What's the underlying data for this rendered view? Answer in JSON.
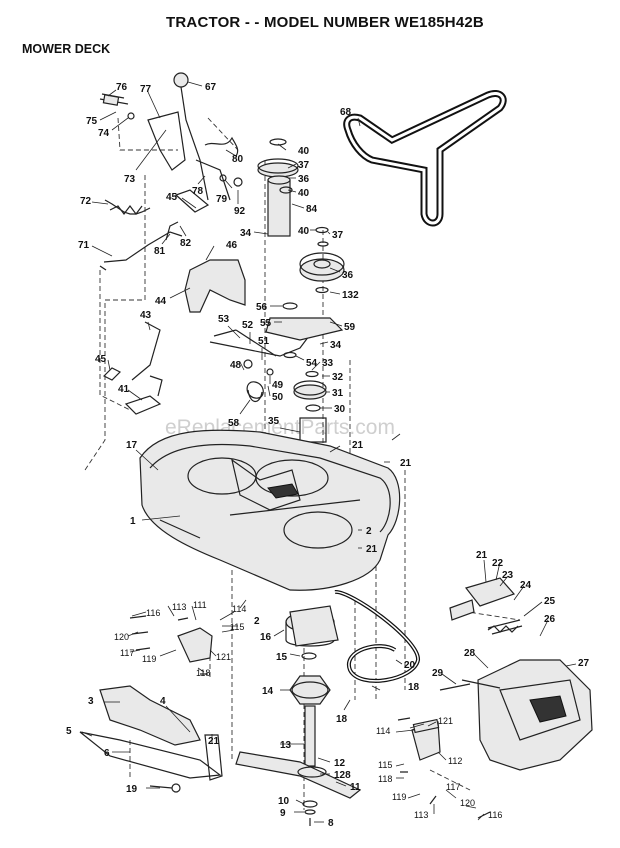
{
  "title": "TRACTOR - - MODEL NUMBER WE185H42B",
  "subtitle": "MOWER DECK",
  "watermark": "eReplacementParts.com",
  "callouts": [
    "67",
    "76",
    "77",
    "75",
    "74",
    "73",
    "80",
    "78",
    "79",
    "92",
    "45",
    "72",
    "82",
    "81",
    "71",
    "46",
    "44",
    "43",
    "45",
    "41",
    "53",
    "52",
    "51",
    "48",
    "49",
    "50",
    "58",
    "35",
    "17",
    "1",
    "68",
    "40",
    "37",
    "36",
    "40",
    "84",
    "34",
    "40",
    "37",
    "36",
    "132",
    "56",
    "55",
    "59",
    "34",
    "54",
    "33",
    "32",
    "31",
    "30",
    "21",
    "21",
    "2",
    "21",
    "116",
    "113",
    "111",
    "114",
    "115",
    "120",
    "117",
    "119",
    "121",
    "118",
    "2",
    "16",
    "15",
    "20",
    "18",
    "18",
    "14",
    "3",
    "4",
    "5",
    "6",
    "21",
    "13",
    "12",
    "128",
    "11",
    "19",
    "10",
    "9",
    "8",
    "21",
    "22",
    "23",
    "24",
    "25",
    "26",
    "27",
    "28",
    "29",
    "114",
    "121",
    "115",
    "118",
    "112",
    "119",
    "117",
    "120",
    "113",
    "116"
  ]
}
